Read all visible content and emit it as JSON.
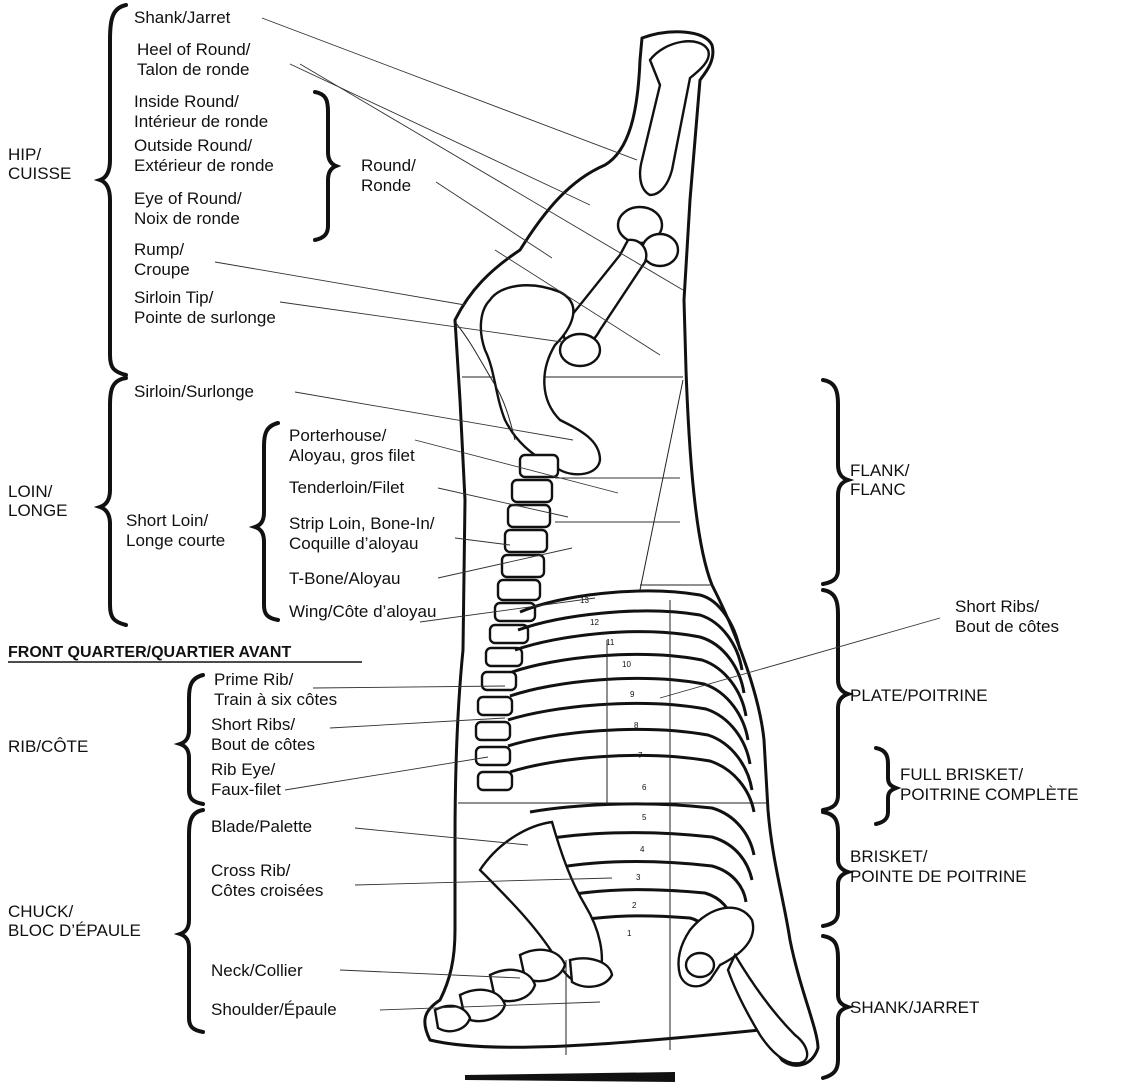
{
  "hindquarter": {
    "hip": {
      "label1": "HIP/",
      "label2": "CUISSE"
    },
    "shank": {
      "l1": "Shank/Jarret"
    },
    "heel_of_round": {
      "l1": "Heel of Round/",
      "l2": "Talon de ronde"
    },
    "inside_round": {
      "l1": "Inside Round/",
      "l2": "Intérieur de ronde"
    },
    "outside_round": {
      "l1": "Outside Round/",
      "l2": "Extérieur de ronde"
    },
    "eye_of_round": {
      "l1": "Eye of Round/",
      "l2": "Noix de ronde"
    },
    "round": {
      "l1": "Round/",
      "l2": "Ronde"
    },
    "rump": {
      "l1": "Rump/",
      "l2": "Croupe"
    },
    "sirloin_tip": {
      "l1": "Sirloin Tip/",
      "l2": "Pointe de surlonge"
    },
    "loin": {
      "label1": "LOIN/",
      "label2": "LONGE"
    },
    "sirloin": {
      "l1": "Sirloin/Surlonge"
    },
    "short_loin": {
      "l1": "Short Loin/",
      "l2": "Longe courte"
    },
    "porterhouse": {
      "l1": "Porterhouse/",
      "l2": "Aloyau, gros filet"
    },
    "tenderloin": {
      "l1": "Tenderloin/Filet"
    },
    "strip_loin": {
      "l1": "Strip Loin, Bone-In/",
      "l2": "Coquille d’aloyau"
    },
    "t_bone": {
      "l1": "T-Bone/Aloyau"
    },
    "wing": {
      "l1": "Wing/Côte d’aloyau"
    },
    "flank": {
      "l1": "FLANK/",
      "l2": "FLANC"
    }
  },
  "front_quarter": {
    "heading": "FRONT QUARTER/QUARTIER AVANT",
    "rib": {
      "label": "RIB/CÔTE"
    },
    "prime_rib": {
      "l1": "Prime Rib/",
      "l2": "Train à six côtes"
    },
    "short_ribs": {
      "l1": "Short Ribs/",
      "l2": "Bout de côtes"
    },
    "rib_eye": {
      "l1": "Rib Eye/",
      "l2": "Faux-filet"
    },
    "chuck": {
      "label1": "CHUCK/",
      "label2": "BLOC D’ÉPAULE"
    },
    "blade": {
      "l1": "Blade/Palette"
    },
    "cross_rib": {
      "l1": "Cross Rib/",
      "l2": "Côtes croisées"
    },
    "neck": {
      "l1": "Neck/Collier"
    },
    "shoulder": {
      "l1": "Shoulder/Épaule"
    }
  },
  "right_side": {
    "short_ribs": {
      "l1": "Short Ribs/",
      "l2": "Bout de côtes"
    },
    "plate": {
      "l1": "PLATE/POITRINE"
    },
    "full_brisket": {
      "l1": "FULL BRISKET/",
      "l2": "POITRINE COMPLÈTE"
    },
    "brisket": {
      "l1": "BRISKET/",
      "l2": "POINTE DE POITRINE"
    },
    "shank": {
      "l1": "SHANK/JARRET"
    }
  },
  "rib_numbers": [
    "1",
    "2",
    "3",
    "4",
    "5",
    "6",
    "7",
    "8",
    "9",
    "10",
    "11",
    "12",
    "13"
  ]
}
